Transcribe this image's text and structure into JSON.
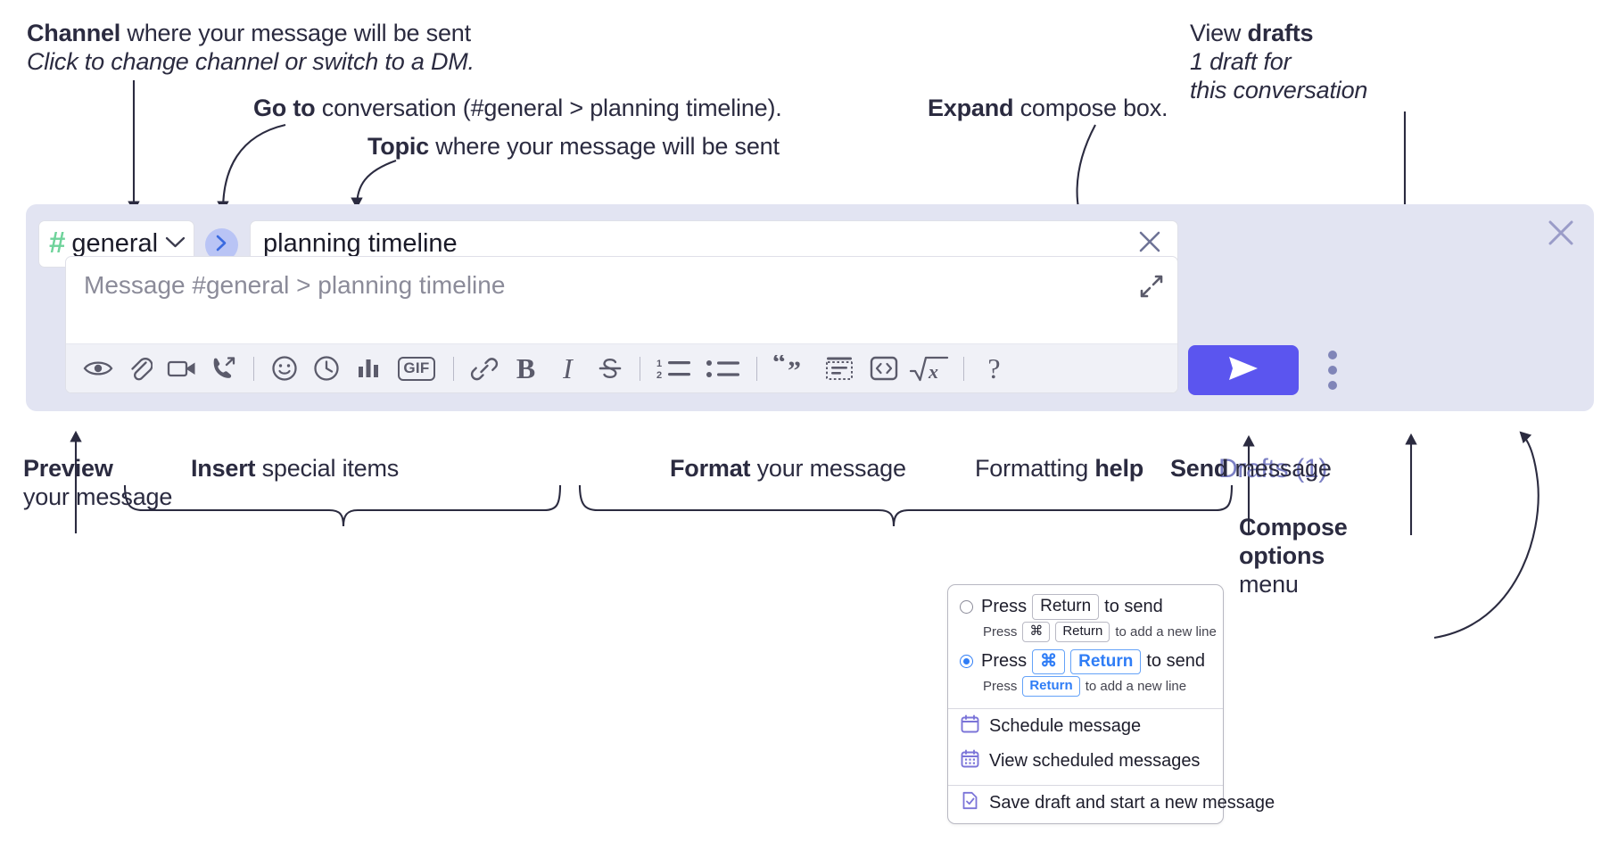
{
  "annotations": {
    "channel": {
      "strong": "Channel",
      "rest": " where your message will be sent",
      "italic": "Click to change channel or switch to a DM."
    },
    "goto": {
      "strong": "Go to",
      "rest": " conversation (#general > planning timeline)."
    },
    "topic": {
      "strong": "Topic",
      "rest": " where your message will be sent"
    },
    "expand": {
      "strong": "Expand",
      "rest": " compose box."
    },
    "drafts": {
      "lead": "View ",
      "strong": "drafts",
      "italic1": "1 draft for",
      "italic2": "this conversation"
    },
    "preview": {
      "strong": "Preview",
      "line2": "your message"
    },
    "insert": {
      "strong": "Insert",
      "rest": " special items"
    },
    "format": {
      "strong": "Format",
      "rest": " your message"
    },
    "help": {
      "lead": "Formatting ",
      "strong": "help"
    },
    "send": {
      "strong": "Send",
      "rest": " message"
    },
    "options": {
      "strong1": "Compose",
      "strong2": "options",
      "rest": "menu"
    }
  },
  "compose": {
    "channel_name": "general",
    "channel_hash": "#",
    "goto_icon": "chevron-right-icon",
    "topic_value": "planning timeline",
    "topic_clear_icon": "close-icon",
    "message_placeholder": "Message #general > planning timeline",
    "expand_icon": "expand-icon",
    "close_icon": "close-icon",
    "drafts_label": "Drafts (1)",
    "send_icon": "send-paper-plane-icon",
    "options_icon": "vertical-dots-icon",
    "toolbar": [
      {
        "name": "preview-icon",
        "label": "Preview"
      },
      {
        "name": "attachment-icon",
        "label": "Attach file"
      },
      {
        "name": "video-camera-icon",
        "label": "Video clip"
      },
      {
        "name": "audio-clip-icon",
        "label": "Audio clip"
      },
      {
        "name": "divider",
        "label": ""
      },
      {
        "name": "emoji-icon",
        "label": "Emoji"
      },
      {
        "name": "clock-icon",
        "label": "Reminder"
      },
      {
        "name": "poll-icon",
        "label": "Poll"
      },
      {
        "name": "gif-icon",
        "label": "GIF"
      },
      {
        "name": "divider",
        "label": ""
      },
      {
        "name": "link-icon",
        "label": "Link"
      },
      {
        "name": "bold-icon",
        "label": "B"
      },
      {
        "name": "italic-icon",
        "label": "I"
      },
      {
        "name": "strikethrough-icon",
        "label": "Strikethrough"
      },
      {
        "name": "divider",
        "label": ""
      },
      {
        "name": "ordered-list-icon",
        "label": "Ordered list"
      },
      {
        "name": "bulleted-list-icon",
        "label": "Bulleted list"
      },
      {
        "name": "divider",
        "label": ""
      },
      {
        "name": "blockquote-icon",
        "label": "Blockquote"
      },
      {
        "name": "code-block-icon",
        "label": "Code block"
      },
      {
        "name": "inline-code-icon",
        "label": "Code"
      },
      {
        "name": "math-icon",
        "label": "Math"
      },
      {
        "name": "divider",
        "label": ""
      },
      {
        "name": "help-icon",
        "label": "?"
      }
    ]
  },
  "menu": {
    "option1": {
      "pre": "Press",
      "key": "Return",
      "post": "to send",
      "selected": false,
      "sub_pre": "Press",
      "sub_key1": "⌘",
      "sub_key2": "Return",
      "sub_post": "to add a new line"
    },
    "option2": {
      "pre": "Press",
      "key1": "⌘",
      "key2": "Return",
      "post": "to send",
      "selected": true,
      "sub_pre": "Press",
      "sub_key": "Return",
      "sub_post": "to add a new line"
    },
    "items": [
      {
        "icon": "calendar-schedule-icon",
        "label": "Schedule message"
      },
      {
        "icon": "calendar-grid-icon",
        "label": "View scheduled messages"
      },
      {
        "icon": "save-draft-icon",
        "label": "Save draft and start a new message"
      }
    ]
  },
  "colors": {
    "panel_bg": "#e2e4f2",
    "accent_send": "#5b55ef",
    "hash_green": "#6fd39b",
    "goto_blue": "#b9c4f5",
    "drafts_text": "#7b7fc4",
    "menu_blue": "#2f7df6",
    "icon_gray": "#5b5b6b"
  }
}
